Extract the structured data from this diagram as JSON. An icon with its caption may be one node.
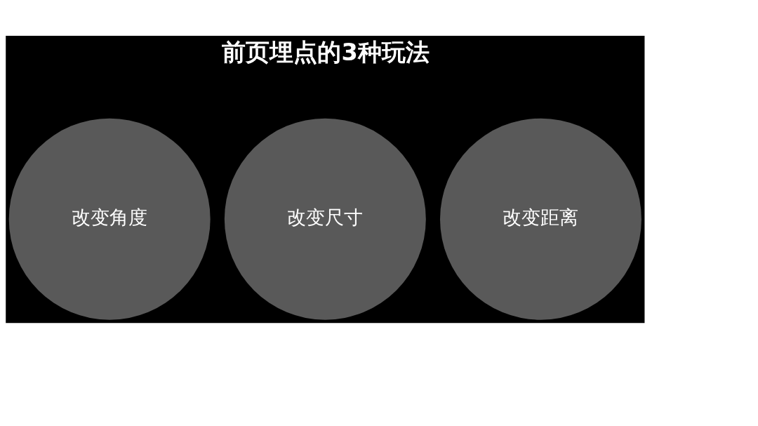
{
  "diagram": {
    "title": "前页埋点的3种玩法",
    "nodes": [
      {
        "text": [
          "改变角度"
        ]
      },
      {
        "text": [
          "改变尺寸"
        ]
      },
      {
        "text": [
          "改变距离"
        ]
      }
    ]
  }
}
